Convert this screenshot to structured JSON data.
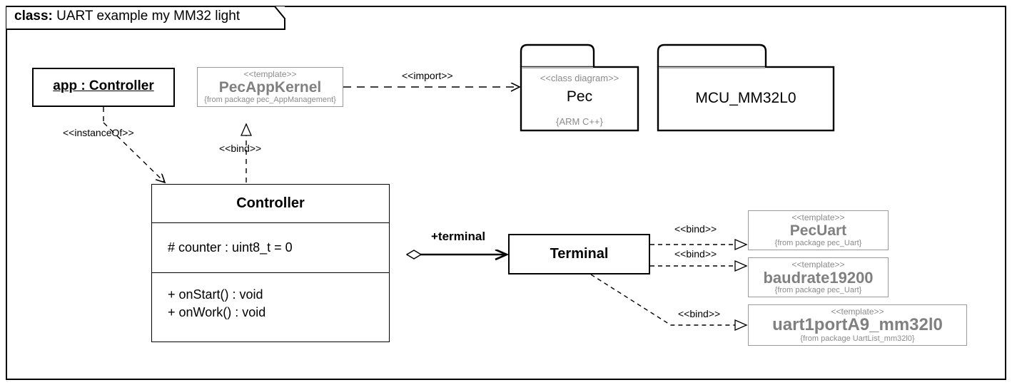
{
  "frame": {
    "kind_label": "class:",
    "title": "UART example my MM32 light"
  },
  "instance": {
    "name": "app : Controller"
  },
  "classes": [
    {
      "name": "Controller",
      "attributes": [
        "# counter : uint8_t = 0"
      ],
      "operations": [
        "+ onStart() : void",
        "+ onWork() : void"
      ]
    },
    {
      "name": "Terminal",
      "attributes": [],
      "operations": []
    }
  ],
  "templates": [
    {
      "stereotype": "<<template>>",
      "name": "PecAppKernel",
      "from": "{from package pec_AppManagement}"
    },
    {
      "stereotype": "<<template>>",
      "name": "PecUart",
      "from": "{from package pec_Uart}"
    },
    {
      "stereotype": "<<template>>",
      "name": "baudrate19200",
      "from": "{from package pec_Uart}"
    },
    {
      "stereotype": "<<template>>",
      "name": "uart1portA9_mm32l0",
      "from": "{from package UartList_mm32l0}"
    }
  ],
  "packages": [
    {
      "stereotype": "<<class diagram>>",
      "name": "Pec",
      "note": "{ARM C++}"
    },
    {
      "stereotype": "",
      "name": "MCU_MM32L0",
      "note": ""
    }
  ],
  "connectors": [
    {
      "label": "<<instanceOf>>",
      "kind": "dependency"
    },
    {
      "label": "<<bind>>",
      "kind": "binding"
    },
    {
      "label": "<<import>>",
      "kind": "dependency"
    },
    {
      "label": "+terminal",
      "kind": "aggregation-role"
    },
    {
      "label": "<<bind>>",
      "kind": "binding"
    },
    {
      "label": "<<bind>>",
      "kind": "binding"
    },
    {
      "label": "<<bind>>",
      "kind": "binding"
    }
  ],
  "colors": {
    "line": "#000000",
    "template_name": "#808080",
    "template_meta": "#8b8b8b",
    "template_border": "#9a9a9a",
    "package_tab_line": "#b8b8b8",
    "background": "#ffffff"
  }
}
